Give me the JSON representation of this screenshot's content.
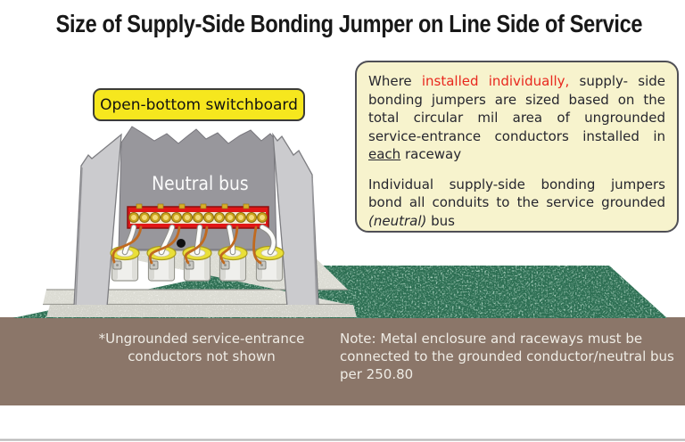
{
  "title": "Size of Supply-Side Bonding Jumper on Line Side of Service",
  "switchboard": {
    "label": "Open-bottom switchboard",
    "neutral_bus_label": "Neutral bus"
  },
  "info_box": {
    "p1_pre": "Where ",
    "p1_red": "installed individually,",
    "p1_mid": " supply- side bonding jumpers are sized based on the total circular mil area of ungrounded service-entrance conductors installed in ",
    "p1_underlined": "each",
    "p1_post": " raceway",
    "p2_pre": "Individual supply-side bonding jumpers bond all conduits to the service grounded ",
    "p2_italic": "(neutral)",
    "p2_post": " bus"
  },
  "ground": {
    "footnote": "*Ungrounded service-entrance conductors not shown",
    "note": "Note: Metal enclosure and raceways must be connected to the grounded conductor/neutral bus per 250.80"
  },
  "colors": {
    "title_text": "#181818",
    "label_yellow": "#f6e71e",
    "info_box_bg": "#f7f3cd",
    "highlight_red_text": "#e8281e",
    "bus_bar_red": "#e11717",
    "terminal_gold": "#caa31c",
    "grass_green": "#2c6e52",
    "soil_brown": "#8b7669",
    "back_wall_gray": "#98979c",
    "side_wall_gray": "#cbcbce",
    "concrete_pad_gray": "#dcdcd4",
    "conduit_ring_yellow": "#e9df38",
    "bonding_jumper_orange": "#c06a20",
    "neutral_wire_white": "#fcfcfa"
  }
}
